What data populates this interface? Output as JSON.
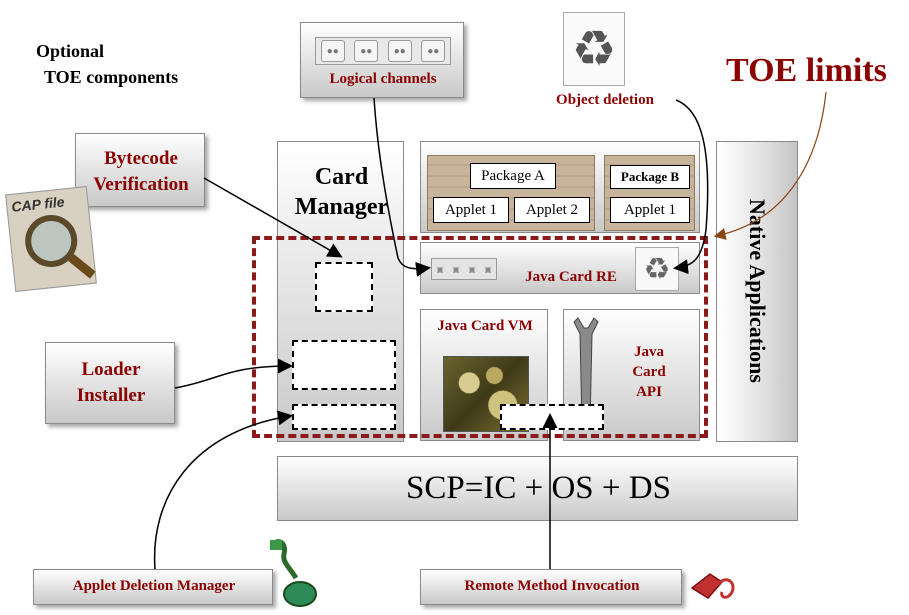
{
  "optional_title": {
    "line1": "Optional",
    "line2": "TOE components"
  },
  "toe_limits": "TOE limits",
  "logical_channels": "Logical channels",
  "object_deletion": "Object deletion",
  "bytecode_verification": {
    "line1": "Bytecode",
    "line2": "Verification"
  },
  "cap_file": "CAP file",
  "card_manager": {
    "line1": "Card",
    "line2": "Manager"
  },
  "native_applications": "Native Applications",
  "packages": [
    {
      "label": "Package A"
    },
    {
      "label": "Package B"
    }
  ],
  "applets": [
    {
      "label": "Applet 1"
    },
    {
      "label": "Applet 2"
    },
    {
      "label": "Applet 1"
    }
  ],
  "java_card_re": "Java Card RE",
  "java_card_vm": "Java Card VM",
  "java_card_api": {
    "line1": "Java",
    "line2": "Card",
    "line3": "API"
  },
  "loader_installer": {
    "line1": "Loader",
    "line2": "Installer"
  },
  "scp": "SCP=IC + OS + DS",
  "applet_deletion_manager": "Applet Deletion Manager",
  "remote_method_invocation": "Remote Method Invocation",
  "colors": {
    "dark_red": "#8b0000",
    "toe_border": "#8b1a1a",
    "arrow": "#000000"
  }
}
